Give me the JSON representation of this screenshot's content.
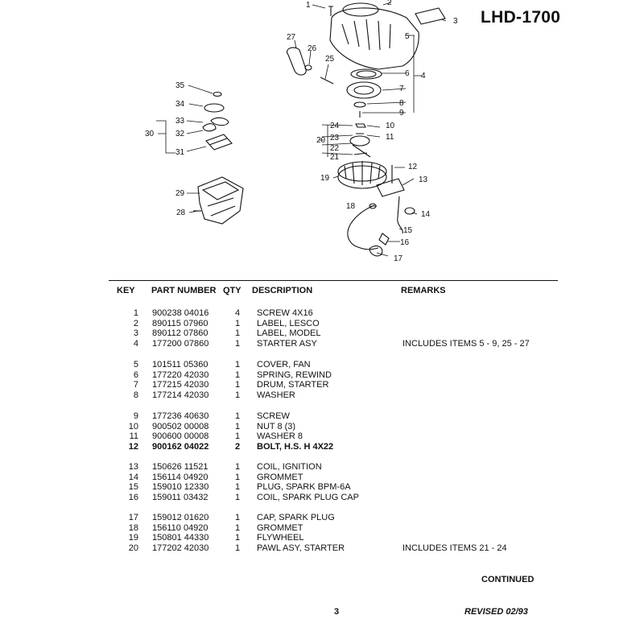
{
  "model": "LHD-1700",
  "callouts": [
    "1",
    "2",
    "3",
    "4",
    "5",
    "6",
    "7",
    "8",
    "9",
    "10",
    "11",
    "12",
    "13",
    "14",
    "15",
    "16",
    "17",
    "18",
    "19",
    "20",
    "21",
    "22",
    "23",
    "24",
    "25",
    "26",
    "27",
    "28",
    "29",
    "30",
    "31",
    "32",
    "33",
    "34",
    "35"
  ],
  "columns": {
    "key": "KEY",
    "part": "PART NUMBER",
    "qty": "QTY",
    "desc": "DESCRIPTION",
    "remarks": "REMARKS"
  },
  "groups": [
    [
      {
        "key": "1",
        "part": "900238 04016",
        "qty": "4",
        "desc": "SCREW  4X16",
        "remarks": ""
      },
      {
        "key": "2",
        "part": "890115 07960",
        "qty": "1",
        "desc": "LABEL, LESCO",
        "remarks": ""
      },
      {
        "key": "3",
        "part": "890112 07860",
        "qty": "1",
        "desc": "LABEL, MODEL",
        "remarks": ""
      },
      {
        "key": "4",
        "part": "177200 07860",
        "qty": "1",
        "desc": "STARTER ASY",
        "remarks": "INCLUDES ITEMS 5 - 9, 25 - 27"
      }
    ],
    [
      {
        "key": "5",
        "part": "101511 05360",
        "qty": "1",
        "desc": "COVER, FAN",
        "remarks": ""
      },
      {
        "key": "6",
        "part": "177220 42030",
        "qty": "1",
        "desc": "SPRING, REWIND",
        "remarks": ""
      },
      {
        "key": "7",
        "part": "177215 42030",
        "qty": "1",
        "desc": "DRUM, STARTER",
        "remarks": ""
      },
      {
        "key": "8",
        "part": "177214 42030",
        "qty": "1",
        "desc": "WASHER",
        "remarks": ""
      }
    ],
    [
      {
        "key": "9",
        "part": "177236 40630",
        "qty": "1",
        "desc": "SCREW",
        "remarks": ""
      },
      {
        "key": "10",
        "part": "900502 00008",
        "qty": "1",
        "desc": "NUT  8  (3)",
        "remarks": ""
      },
      {
        "key": "11",
        "part": "900600 00008",
        "qty": "1",
        "desc": "WASHER  8",
        "remarks": ""
      },
      {
        "key": "12",
        "part": "900162 04022",
        "qty": "2",
        "desc": "BOLT, H.S. H  4X22",
        "remarks": "",
        "bold": true
      }
    ],
    [
      {
        "key": "13",
        "part": "150626 11521",
        "qty": "1",
        "desc": "COIL, IGNITION",
        "remarks": ""
      },
      {
        "key": "14",
        "part": "156114 04920",
        "qty": "1",
        "desc": "GROMMET",
        "remarks": ""
      },
      {
        "key": "15",
        "part": "159010 12330",
        "qty": "1",
        "desc": "PLUG, SPARK  BPM-6A",
        "remarks": ""
      },
      {
        "key": "16",
        "part": "159011 03432",
        "qty": "1",
        "desc": "COIL, SPARK PLUG CAP",
        "remarks": ""
      }
    ],
    [
      {
        "key": "17",
        "part": "159012 01620",
        "qty": "1",
        "desc": "CAP, SPARK PLUG",
        "remarks": ""
      },
      {
        "key": "18",
        "part": "156110 04920",
        "qty": "1",
        "desc": "GROMMET",
        "remarks": ""
      },
      {
        "key": "19",
        "part": "150801 44330",
        "qty": "1",
        "desc": "FLYWHEEL",
        "remarks": ""
      },
      {
        "key": "20",
        "part": "177202 42030",
        "qty": "1",
        "desc": "PAWL ASY, STARTER",
        "remarks": "INCLUDES ITEMS 21 - 24"
      }
    ]
  ],
  "footer": {
    "continued": "CONTINUED",
    "page": "3",
    "revised": "REVISED 02/93"
  }
}
